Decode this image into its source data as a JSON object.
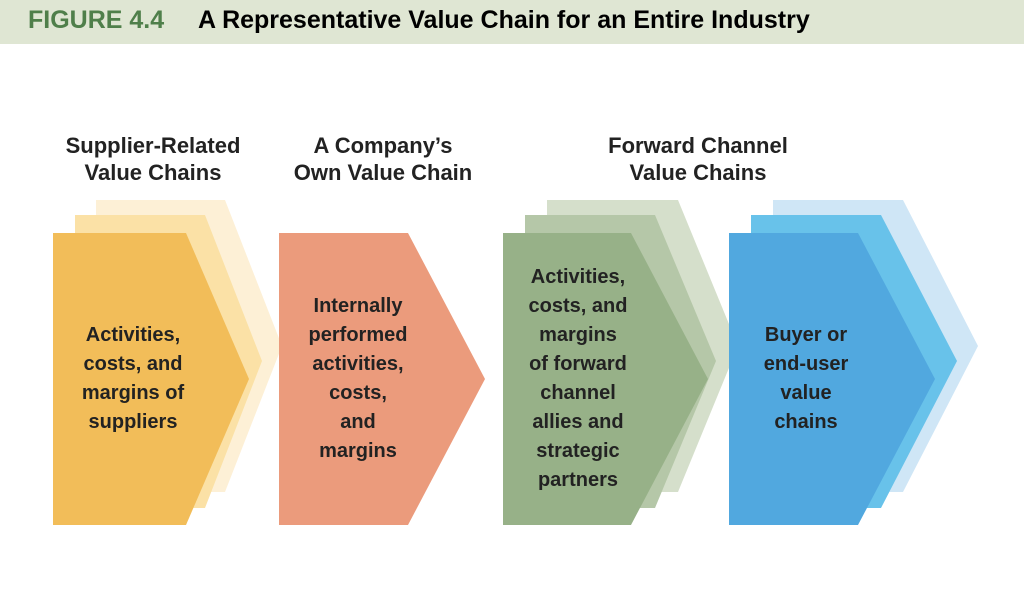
{
  "figure": {
    "number": "FIGURE 4.4",
    "title": "A Representative Value Chain for an Entire Industry"
  },
  "columns": [
    {
      "heading_lines": [
        "Supplier-Related",
        "Value Chains"
      ],
      "label_lines": [
        "Activities,",
        "costs, and",
        "margins of",
        "suppliers"
      ],
      "colors": {
        "front": "#f2bd59",
        "mid": "#fbe1a6",
        "back": "#fdf0d6"
      }
    },
    {
      "heading_lines": [
        "A Company’s",
        "Own Value Chain"
      ],
      "label_lines": [
        "Internally",
        "performed",
        "activities,",
        "costs,",
        "and",
        "margins"
      ],
      "colors": {
        "front": "#eb9b7c"
      }
    },
    {
      "heading_lines": [
        "Forward Channel",
        "Value Chains"
      ],
      "label_lines": [
        "Activities,",
        "costs, and",
        "margins",
        "of forward",
        "channel",
        "allies and",
        "strategic",
        "partners"
      ],
      "colors": {
        "front": "#97b188",
        "mid": "#b5c7a8",
        "back": "#d5dfcb"
      }
    },
    {
      "heading_lines": [],
      "label_lines": [
        "Buyer or",
        "end-user",
        "value",
        "chains"
      ],
      "colors": {
        "front": "#51a8df",
        "mid": "#68c2ea",
        "back": "#cfe6f6"
      }
    }
  ]
}
